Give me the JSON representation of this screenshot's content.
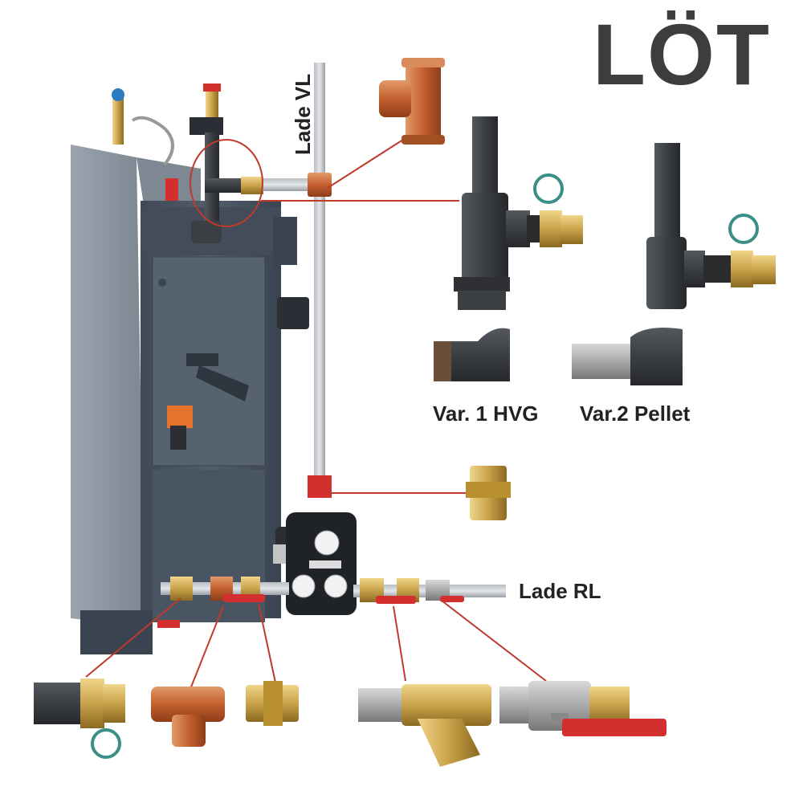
{
  "title": "LÖT",
  "labels": {
    "lade_vl": "Lade VL",
    "var1": "Var. 1 HVG",
    "var2": "Var.2 Pellet",
    "lade_rl": "Lade RL"
  },
  "colors": {
    "callout_line": "#c0392b",
    "oring": "#3a8f86",
    "boiler_body": "#4b5663",
    "boiler_panel": "#8f99a3",
    "copper": "#c8683a",
    "brass": "#c9a24a",
    "cast_iron": "#3b3e43",
    "valve_handle": "#d32f2f"
  }
}
